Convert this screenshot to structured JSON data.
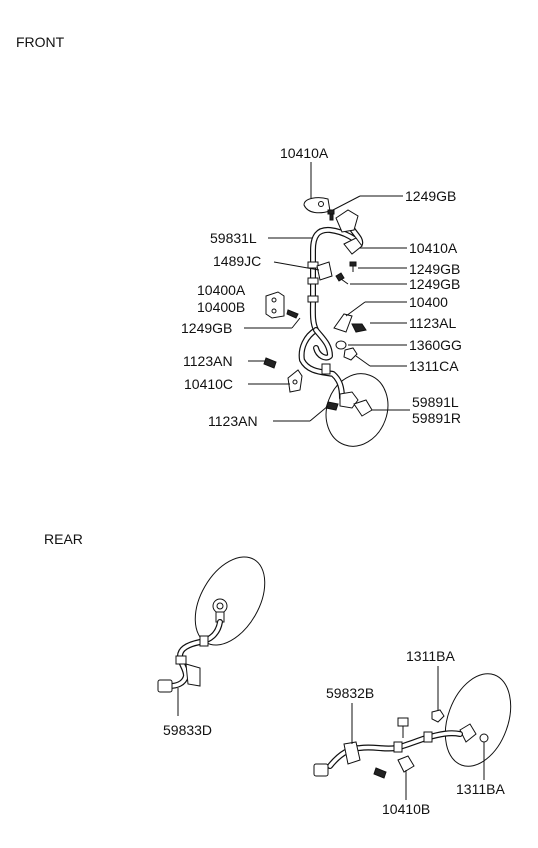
{
  "sections": {
    "front": "FRONT",
    "rear": "REAR"
  },
  "front_labels": {
    "p10410A_top": "10410A",
    "p1249GB_1": "1249GB",
    "p59831L": "59831L",
    "p10410A_mid": "10410A",
    "p1489JC": "1489JC",
    "p1249GB_2": "1249GB",
    "p1249GB_3": "1249GB",
    "p10400A": "10400A",
    "p10400B": "10400B",
    "p10400": "10400",
    "p1249GB_4": "1249GB",
    "p1123AL": "1123AL",
    "p1360GG": "1360GG",
    "p1123AN_1": "1123AN",
    "p1311CA": "1311CA",
    "p10410C": "10410C",
    "p59891L": "59891L",
    "p59891R": "59891R",
    "p1123AN_2": "1123AN"
  },
  "rear_labels": {
    "p1311BA_top": "1311BA",
    "p59832B": "59832B",
    "p59833D": "59833D",
    "p1311BA_right": "1311BA",
    "p10410B": "10410B"
  }
}
